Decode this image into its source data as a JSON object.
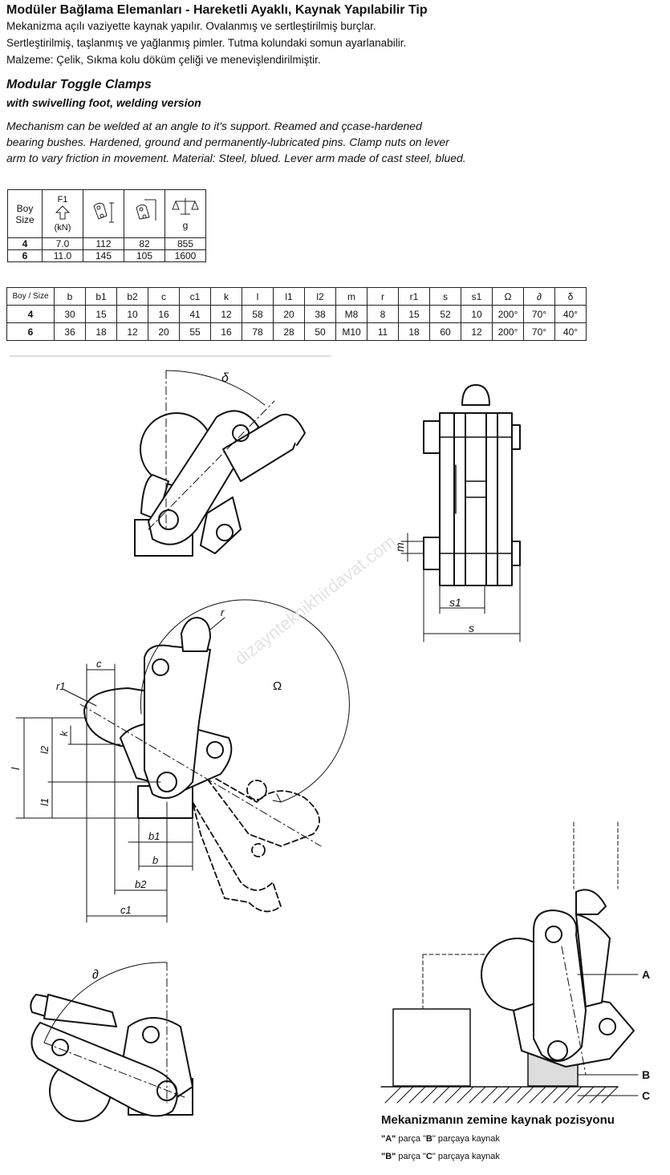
{
  "title_tr": "Modüler Bağlama Elemanları - Hareketli Ayaklı, Kaynak Yapılabilir Tip",
  "desc_tr": [
    "Mekanizma açılı vaziyette kaynak yapılır. Ovalanmış ve sertleştirilmiş burçlar.",
    "Sertleştirilmiş, taşlanmış ve yağlanmış pimler. Tutma kolundaki somun ayarlanabilir.",
    "Malzeme: Çelik, Sıkma kolu döküm çeliği ve menevişlendirilmiştir."
  ],
  "title_en": "Modular  Toggle Clamps",
  "subtitle_en": "with swivelling foot, welding version",
  "desc_en": [
    "Mechanism can be welded at an angle to it's support. Reamed and çcase-hardened",
    "bearing bushes. Hardened, ground and permanently-lubricated pins. Clamp nuts on lever",
    "arm to vary friction in movement. Material: Steel, blued. Lever arm made of cast steel, blued."
  ],
  "table1": {
    "header": {
      "size_line1": "Boy",
      "size_line2": "Size",
      "force_top": "F1",
      "force_unit": "(kN)",
      "weight_unit": "g"
    },
    "icons": [
      "force-arrow-icon",
      "clamp-height-icon",
      "clamp-width-icon",
      "scale-icon"
    ],
    "rows": [
      [
        "4",
        "7.0",
        "112",
        "82",
        "855"
      ],
      [
        "6",
        "11.0",
        "145",
        "105",
        "1600"
      ]
    ]
  },
  "table2": {
    "headers": [
      "Boy / Size",
      "b",
      "b1",
      "b2",
      "c",
      "c1",
      "k",
      "l",
      "l1",
      "l2",
      "m",
      "r",
      "r1",
      "s",
      "s1",
      "Ω",
      "∂",
      "δ"
    ],
    "rows": [
      [
        "4",
        "30",
        "15",
        "10",
        "16",
        "41",
        "12",
        "58",
        "20",
        "38",
        "M8",
        "8",
        "15",
        "52",
        "10",
        "200°",
        "70°",
        "40°"
      ],
      [
        "6",
        "36",
        "18",
        "12",
        "20",
        "55",
        "16",
        "78",
        "28",
        "50",
        "M10",
        "11",
        "18",
        "60",
        "12",
        "200°",
        "70°",
        "40°"
      ]
    ]
  },
  "drawing_labels": {
    "delta": "δ",
    "omega": "Ω",
    "partial": "∂",
    "r": "r",
    "r1": "r1",
    "c": "c",
    "c1": "c1",
    "k": "k",
    "l": "l",
    "l1": "l1",
    "l2": "l2",
    "b": "b",
    "b1": "b1",
    "b2": "b2",
    "m": "m",
    "s": "s",
    "s1": "s1",
    "A": "A",
    "B": "B",
    "C": "C"
  },
  "watermark": "dizaynteknikhirdavat.com",
  "weld": {
    "title": "Mekanizmanın zemine kaynak pozisyonu",
    "line1_a": "\"A\"",
    "line1_mid": " parça \"",
    "line1_b": "B",
    "line1_end": "\" parçaya kaynak",
    "line2_a": "\"B\"",
    "line2_mid": " parça \"",
    "line2_b": "C",
    "line2_end": "\" parçaya kaynak"
  }
}
